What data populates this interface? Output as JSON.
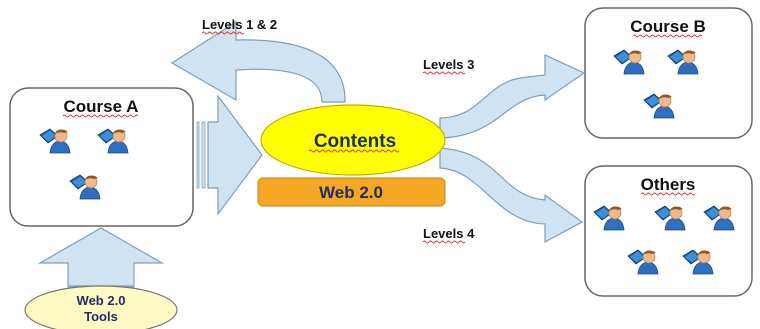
{
  "diagram": {
    "course_a": {
      "title": "Course A",
      "students": 3
    },
    "course_b": {
      "title": "Course B",
      "students": 3
    },
    "others": {
      "title": "Others",
      "students": 5
    },
    "contents": {
      "label": "Contents"
    },
    "web20_bar": {
      "label": "Web 2.0"
    },
    "tools": {
      "line1": "Web 2.0",
      "line2": "Tools"
    },
    "arrows": {
      "levels_1_2": "Levels 1 & 2",
      "levels_3": "Levels 3",
      "levels_4": "Levels 4"
    },
    "icon": "student-with-book-icon",
    "colors": {
      "arrow_fill": "#cfe3f2",
      "arrow_stroke": "#7f9fb8",
      "contents_fill": "#ffff00",
      "web20_bar_fill": "#f5a623",
      "tools_fill": "#fff9c4",
      "box_stroke": "#666666",
      "text": "#1f2f66"
    }
  }
}
